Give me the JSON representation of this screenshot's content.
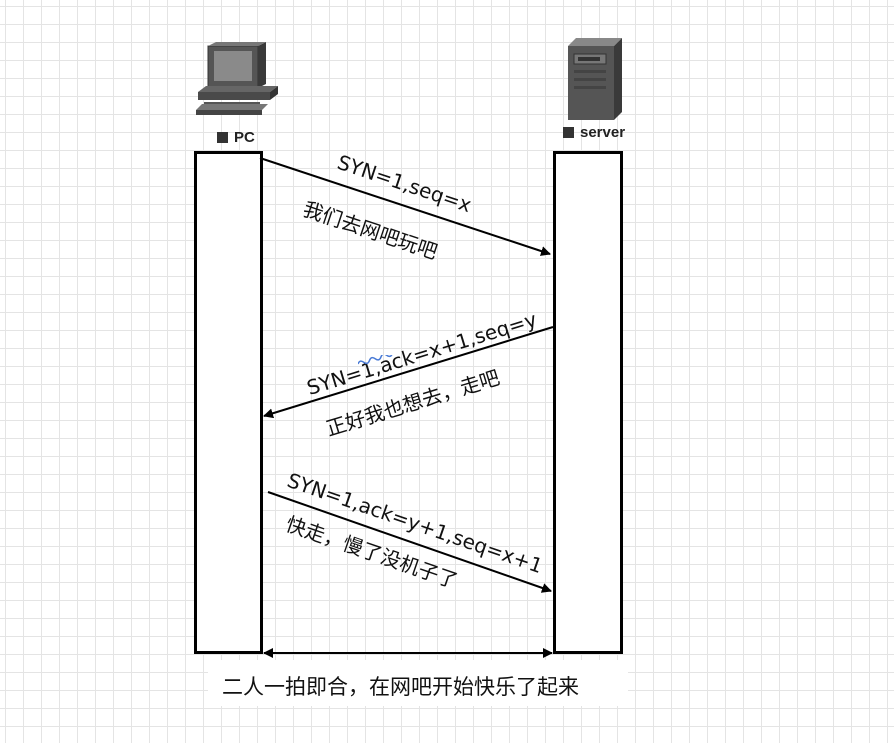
{
  "actors": {
    "client": {
      "label": "PC",
      "icon": "desktop-computer-icon"
    },
    "server": {
      "label": "server",
      "icon": "server-tower-icon"
    }
  },
  "messages": [
    {
      "header": "SYN=1,seq=x",
      "text": "我们去网吧玩吧",
      "direction": "client-to-server"
    },
    {
      "header": "SYN=1,ack=x+1,seq=y",
      "text": "正好我也想去，走吧",
      "direction": "server-to-client"
    },
    {
      "header": "SYN=1,ack=y+1,seq=x+1",
      "text": "快走，慢了没机子了",
      "direction": "client-to-server"
    }
  ],
  "caption": "二人一拍即合，在网吧开始快乐了起来",
  "colors": {
    "line": "#000000",
    "grid": "#e4e4e4",
    "icon": "#444444"
  }
}
